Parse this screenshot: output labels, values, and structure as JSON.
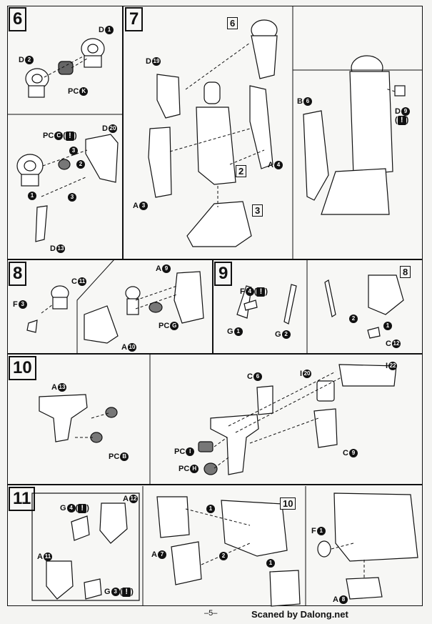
{
  "steps": {
    "s6": {
      "number": "6",
      "labels": {
        "d1": "D",
        "d1_badge": "1",
        "d2": "D",
        "d2_badge": "2",
        "pck": "PC",
        "pck_badge": "K",
        "pcc": "PC",
        "pcc_badge": "C",
        "d20": "D",
        "d20_badge": "20",
        "d13": "D",
        "d13_badge": "13",
        "arrow1": "1",
        "arrow2": "2",
        "arrow3": "3",
        "arrow3b": "3"
      }
    },
    "s7": {
      "number": "7",
      "ref6": "6",
      "ref2": "2",
      "ref3": "3",
      "labels": {
        "d19": "D",
        "d19_badge": "19",
        "a3": "A",
        "a3_badge": "3",
        "a4": "A",
        "a4_badge": "4",
        "b6": "B",
        "b6_badge": "6",
        "d9": "D",
        "d9_badge": "9"
      }
    },
    "s8": {
      "number": "8",
      "labels": {
        "c11": "C",
        "c11_badge": "11",
        "f3": "F",
        "f3_badge": "3",
        "a9": "A",
        "a9_badge": "9",
        "pcg": "PC",
        "pcg_badge": "G",
        "a10": "A",
        "a10_badge": "10"
      }
    },
    "s9": {
      "number": "9",
      "ref8": "8",
      "labels": {
        "f4": "F",
        "f4_badge": "4",
        "g1": "G",
        "g1_badge": "1",
        "g2": "G",
        "g2_badge": "2",
        "c12": "C",
        "c12_badge": "12",
        "arrow1": "1",
        "arrow2": "2"
      }
    },
    "s10": {
      "number": "10",
      "labels": {
        "a13": "A",
        "a13_badge": "13",
        "pcb": "PC",
        "pcb_badge": "B",
        "c6": "C",
        "c6_badge": "6",
        "i20": "I",
        "i20_badge": "20",
        "i22": "I",
        "i22_badge": "22",
        "pci": "PC",
        "pci_badge": "I",
        "pch": "PC",
        "pch_badge": "H",
        "c9": "C",
        "c9_badge": "9"
      }
    },
    "s11": {
      "number": "11",
      "ref10": "10",
      "labels": {
        "g4": "G",
        "g4_badge": "4",
        "a12": "A",
        "a12_badge": "12",
        "a11": "A",
        "a11_badge": "11",
        "g3": "G",
        "g3_badge": "3",
        "a7": "A",
        "a7_badge": "7",
        "f1": "F",
        "f1_badge": "1",
        "a8": "A",
        "a8_badge": "8",
        "arrow1": "1",
        "arrow2": "2",
        "arrow1b": "1"
      }
    }
  },
  "warning_glyph": "!",
  "footer": {
    "page": "–5–",
    "credit": "Scaned by Dalong.net"
  }
}
